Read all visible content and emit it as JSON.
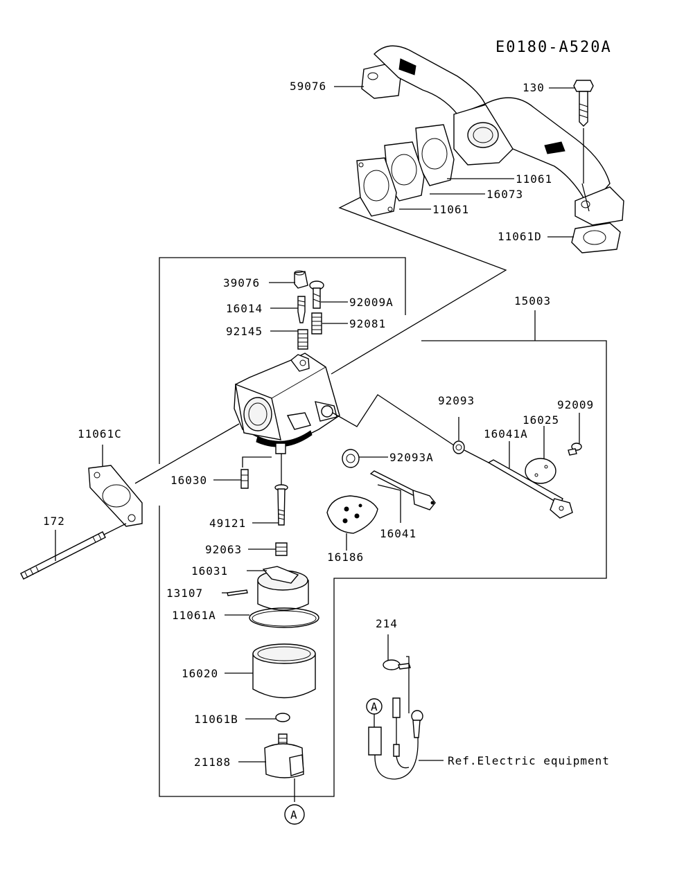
{
  "diagram_code": "E0180-A520A",
  "callouts": {
    "p59076": "59076",
    "p130": "130",
    "p11061_upper": "11061",
    "p16073": "16073",
    "p11061_lower": "11061",
    "p11061D": "11061D",
    "p39076": "39076",
    "p16014": "16014",
    "p92009A": "92009A",
    "p92145": "92145",
    "p92081": "92081",
    "p15003": "15003",
    "p92093": "92093",
    "p92009": "92009",
    "p16025": "16025",
    "p16041A": "16041A",
    "p11061C": "11061C",
    "p92093A": "92093A",
    "p16030": "16030",
    "p172": "172",
    "p49121": "49121",
    "p16041": "16041",
    "p92063": "92063",
    "p16186": "16186",
    "p16031": "16031",
    "p13107": "13107",
    "p11061A": "11061A",
    "p214": "214",
    "p16020": "16020",
    "p11061B": "11061B",
    "p21188": "21188"
  },
  "ref_marker_top": "A",
  "ref_marker_bottom": "A",
  "ref_note": "Ref.Electric equipment"
}
